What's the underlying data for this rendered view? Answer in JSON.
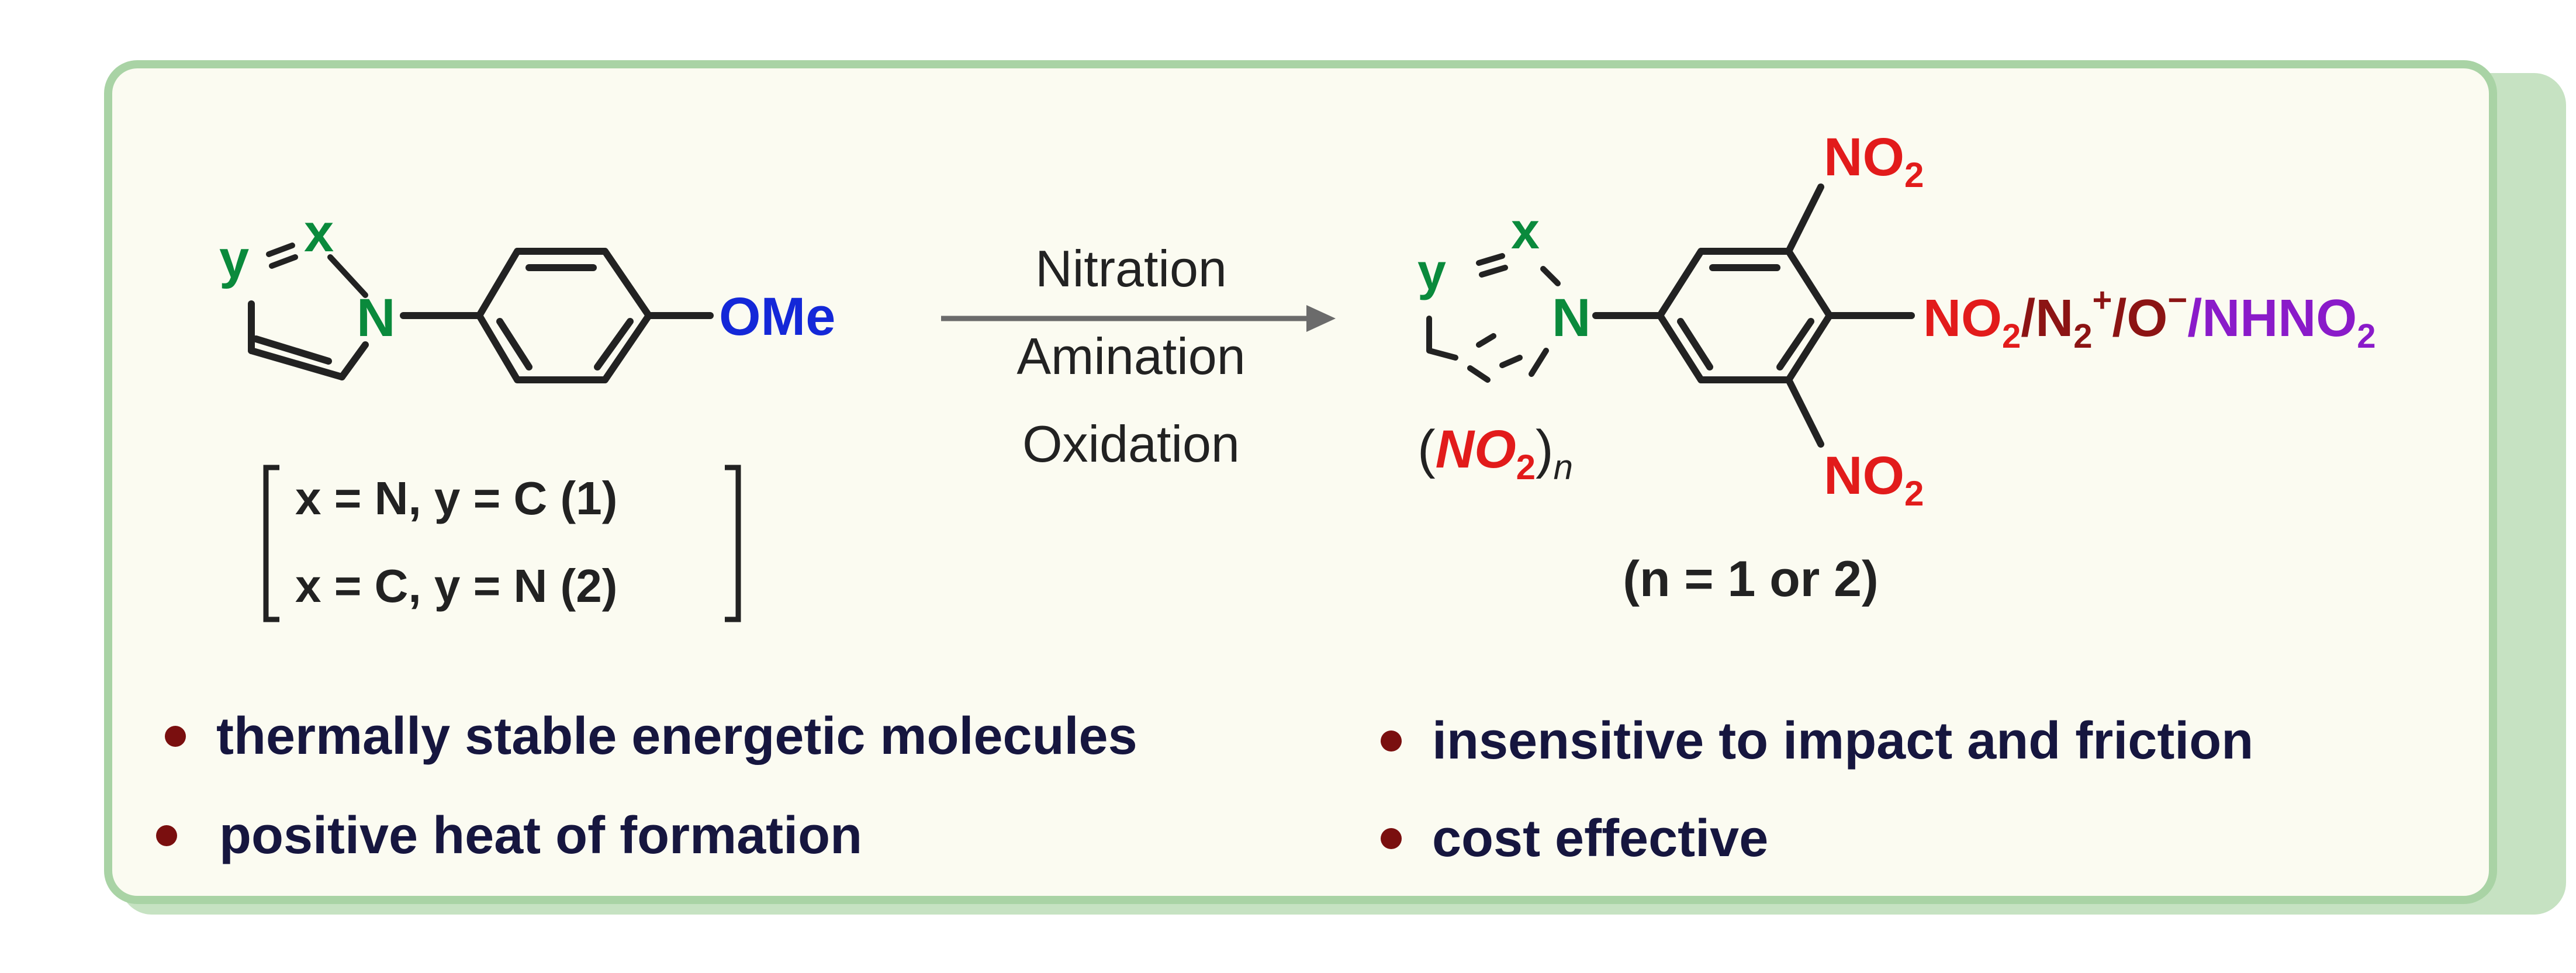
{
  "colors": {
    "panel_fill": "#fbfbf1",
    "panel_border": "#a9d3a5",
    "panel_shadow": "#c6e2c2",
    "atom_green": "#0a8a3c",
    "methoxy_blue": "#1428d8",
    "nitro_red": "#e21b1b",
    "diazonium_brown": "#8c1414",
    "nhno2_purple": "#8a1bc9",
    "bullet_dark_red": "#7a0f0f",
    "text_navy": "#16163f",
    "text_black": "#222222"
  },
  "reactant": {
    "atom_x": "x",
    "atom_y": "y",
    "atom_n": "N",
    "substituent": "OMe",
    "definitions": [
      "x = N, y = C (1)",
      "x = C, y = N (2)"
    ]
  },
  "arrow": {
    "steps": [
      "Nitration",
      "Amination",
      "Oxidation"
    ]
  },
  "product": {
    "atom_x": "x",
    "atom_y": "y",
    "atom_n": "N",
    "nitro_top": "NO",
    "nitro_bottom": "NO",
    "subscript_2": "2",
    "para_group": {
      "nitro": "NO",
      "diazonium": "/N",
      "diazonium_charge": "+",
      "oxide": "/O",
      "oxide_charge": "−",
      "nhno2": "/NHNO"
    },
    "ring_nitro": {
      "open_paren": "(",
      "nitro": "NO",
      "close_paren": ")",
      "subscript_n": "n"
    },
    "n_note": "(n = 1 or 2)"
  },
  "bullets": [
    "thermally stable energetic molecules",
    "positive heat of formation",
    "insensitive to impact and friction",
    "cost effective"
  ]
}
